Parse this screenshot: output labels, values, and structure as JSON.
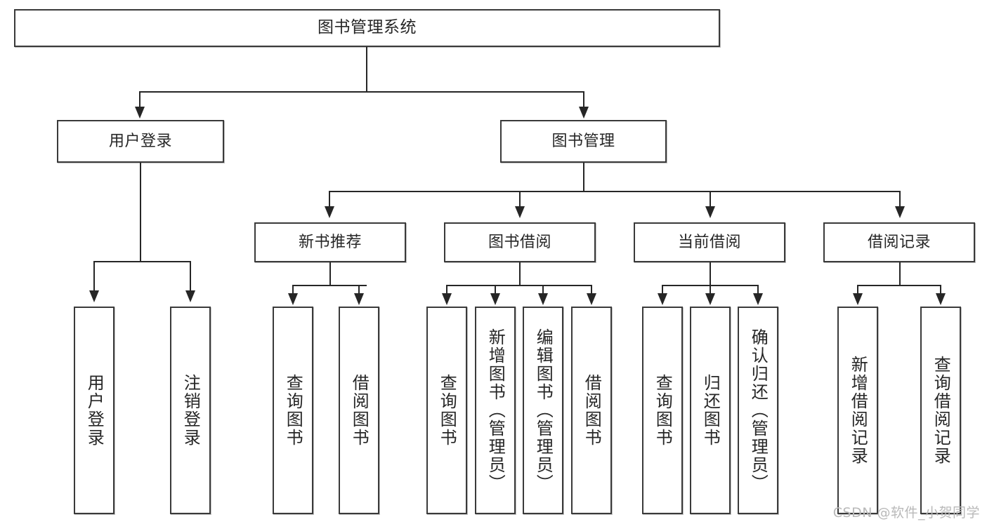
{
  "diagram": {
    "type": "tree",
    "title": "图书管理系统",
    "root": {
      "label": "图书管理系统"
    },
    "level1": [
      {
        "id": "user-login",
        "label": "用户登录"
      },
      {
        "id": "book-manage",
        "label": "图书管理"
      }
    ],
    "level2": [
      {
        "id": "new-book-recommend",
        "label": "新书推荐",
        "parent": "book-manage"
      },
      {
        "id": "book-borrow",
        "label": "图书借阅",
        "parent": "book-manage"
      },
      {
        "id": "current-borrow",
        "label": "当前借阅",
        "parent": "book-manage"
      },
      {
        "id": "borrow-record",
        "label": "借阅记录",
        "parent": "book-manage"
      }
    ],
    "leaves": [
      {
        "id": "leaf-1",
        "label": "用户登录",
        "parent": "user-login"
      },
      {
        "id": "leaf-2",
        "label": "注销登录",
        "parent": "user-login"
      },
      {
        "id": "leaf-3",
        "label": "查询图书",
        "parent": "new-book-recommend"
      },
      {
        "id": "leaf-4",
        "label": "借阅图书",
        "parent": "new-book-recommend"
      },
      {
        "id": "leaf-5",
        "label": "查询图书",
        "parent": "book-borrow"
      },
      {
        "id": "leaf-6",
        "label": "新增图书（管理员）",
        "parent": "book-borrow"
      },
      {
        "id": "leaf-7",
        "label": "编辑图书（管理员）",
        "parent": "book-borrow"
      },
      {
        "id": "leaf-8",
        "label": "借阅图书",
        "parent": "book-borrow"
      },
      {
        "id": "leaf-9",
        "label": "查询图书",
        "parent": "current-borrow"
      },
      {
        "id": "leaf-10",
        "label": "归还图书",
        "parent": "current-borrow"
      },
      {
        "id": "leaf-11",
        "label": "确认归还（管理员）",
        "parent": "current-borrow"
      },
      {
        "id": "leaf-12",
        "label": "新增借阅记录",
        "parent": "borrow-record"
      },
      {
        "id": "leaf-13",
        "label": "查询借阅记录",
        "parent": "borrow-record"
      }
    ]
  },
  "watermark": {
    "text": "CSDN @软件_小贺同学"
  },
  "colors": {
    "box_border": "#3a3a3a",
    "line": "#262626",
    "text": "#262626",
    "background": "#ffffff",
    "watermark": "#b9b9b9"
  }
}
